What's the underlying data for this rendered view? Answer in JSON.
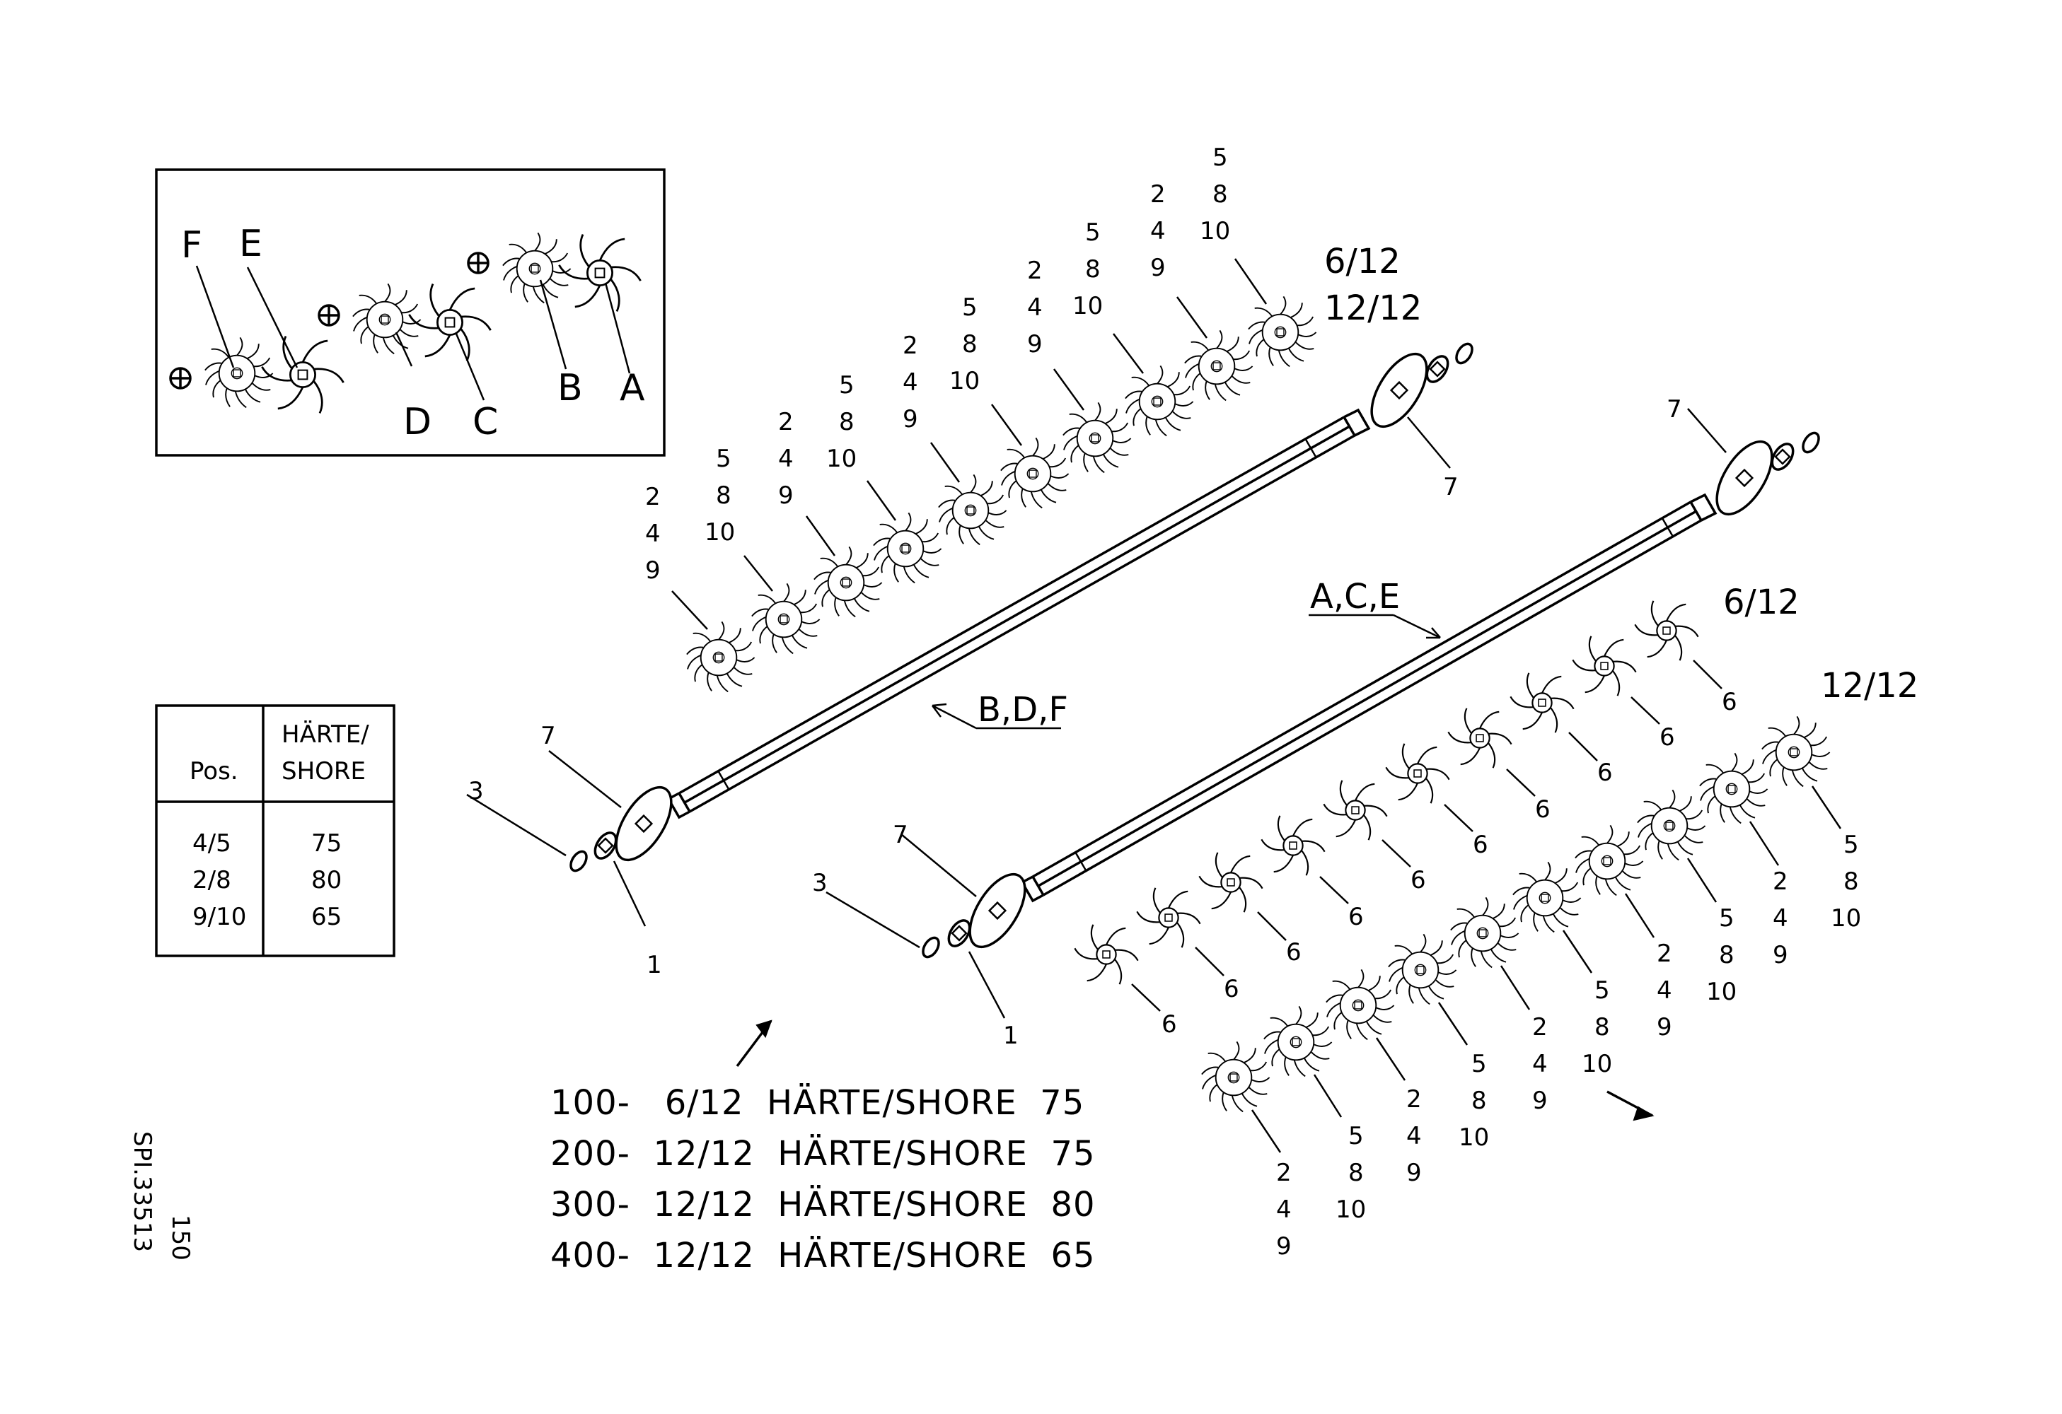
{
  "inset": {
    "labels": [
      "F",
      "E",
      "D",
      "C",
      "B",
      "A"
    ]
  },
  "hardness_table": {
    "header_pos": "Pos.",
    "header_hardness_1": "HÄRTE/",
    "header_hardness_2": "SHORE",
    "rows": [
      {
        "pos": "4/5",
        "value": "75"
      },
      {
        "pos": "2/8",
        "value": "80"
      },
      {
        "pos": "9/10",
        "value": "65"
      }
    ]
  },
  "shafts": {
    "upper_label": "B,D,F",
    "lower_label": "A,C,E",
    "upper_fraction_1": "6/12",
    "upper_fraction_2": "12/12",
    "lower_fraction_1": "6/12",
    "lower_fraction_2": "12/12"
  },
  "parts": {
    "washer": "1",
    "ring": "3",
    "disc": "7",
    "star_small": "6",
    "group_a": [
      "2",
      "4",
      "9"
    ],
    "group_b": [
      "5",
      "8",
      "10"
    ]
  },
  "notes": [
    "100-   6/12  HÄRTE/SHORE  75",
    "200-  12/12  HÄRTE/SHORE  75",
    "300-  12/12  HÄRTE/SHORE  80",
    "400-  12/12  HÄRTE/SHORE  65"
  ],
  "side_text": {
    "drawing_no": "SPI.33513",
    "page": "150"
  }
}
